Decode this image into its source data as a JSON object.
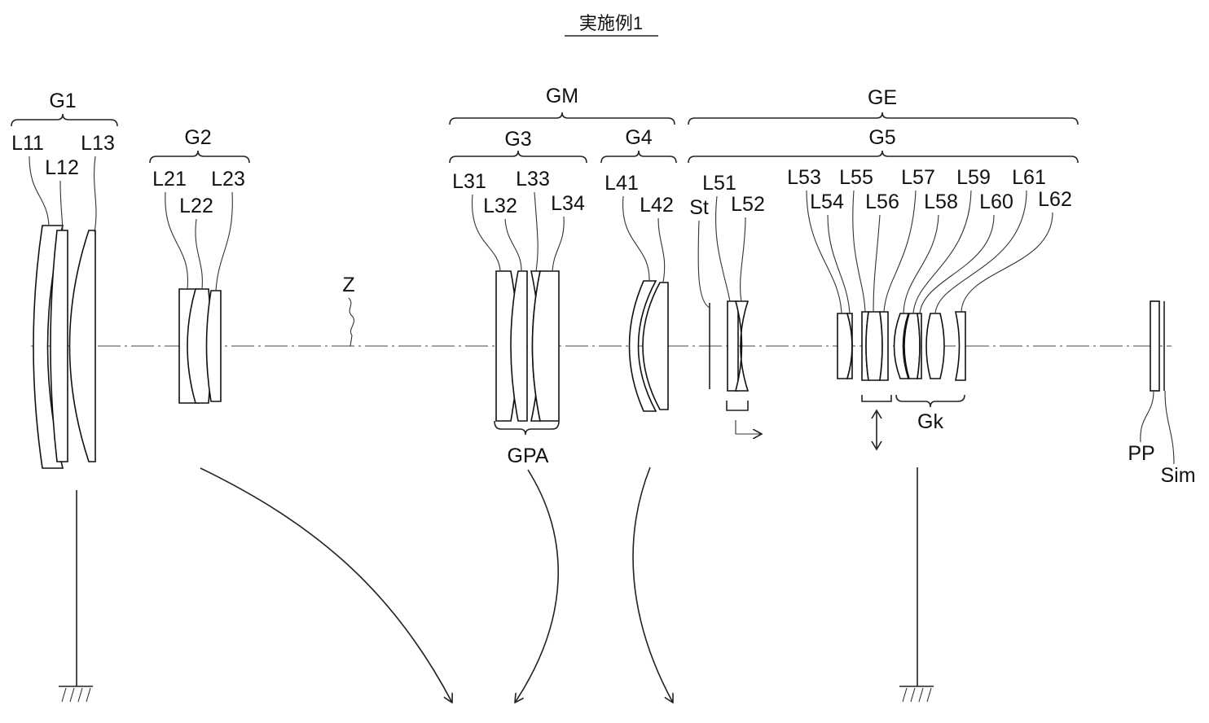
{
  "title": "実施例1",
  "axis_label": "Z",
  "groups": {
    "g1": "G1",
    "g2": "G2",
    "g3": "G3",
    "g4": "G4",
    "g5": "G5",
    "gm": "GM",
    "ge": "GE",
    "gpa": "GPA",
    "gk": "Gk"
  },
  "lenses": {
    "l11": "L11",
    "l12": "L12",
    "l13": "L13",
    "l21": "L21",
    "l22": "L22",
    "l23": "L23",
    "l31": "L31",
    "l32": "L32",
    "l33": "L33",
    "l34": "L34",
    "l41": "L41",
    "l42": "L42",
    "l51": "L51",
    "l52": "L52",
    "l53": "L53",
    "l54": "L54",
    "l55": "L55",
    "l56": "L56",
    "l57": "L57",
    "l58": "L58",
    "l59": "L59",
    "l60": "L60",
    "l61": "L61",
    "l62": "L62"
  },
  "stop": "St",
  "pp": "PP",
  "sim": "Sim"
}
